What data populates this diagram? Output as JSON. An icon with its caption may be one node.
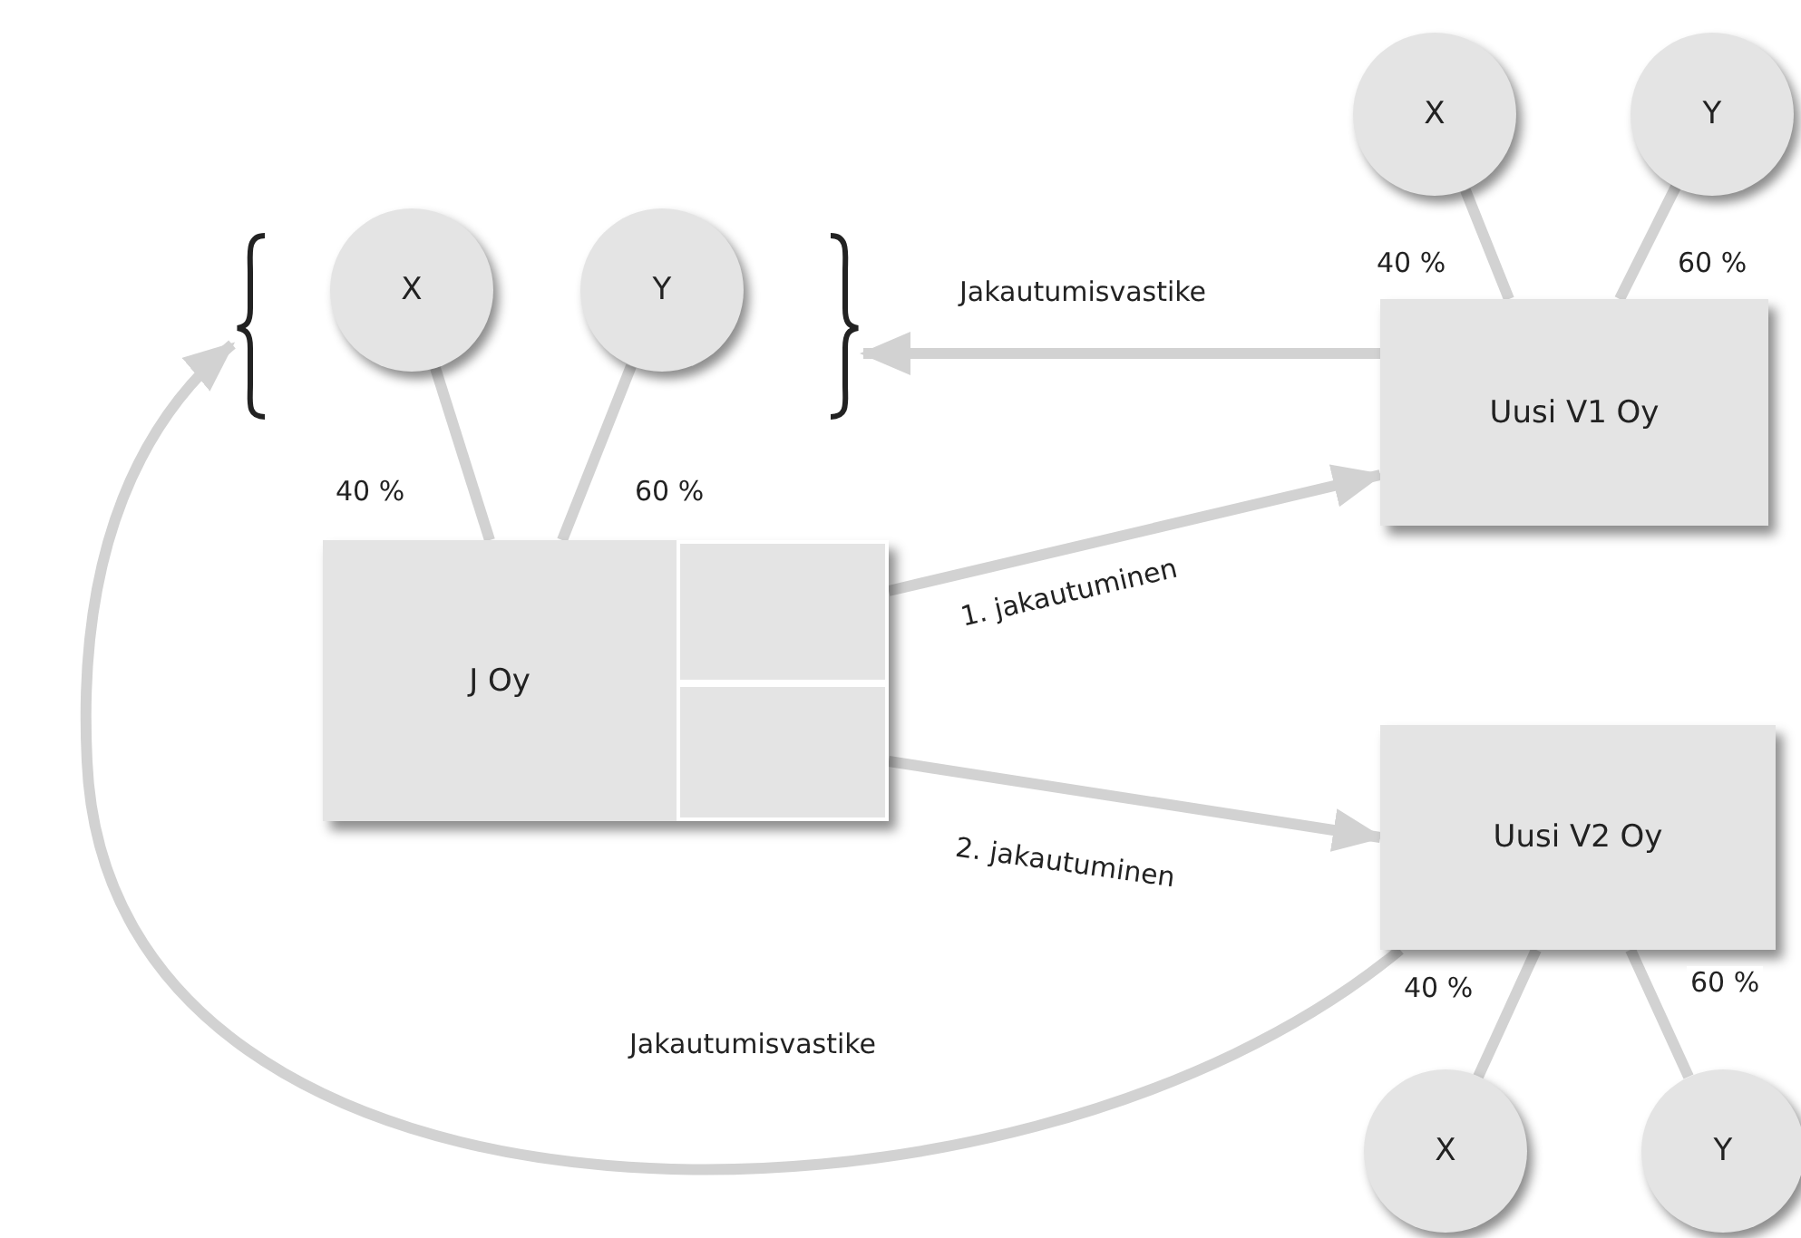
{
  "diagram": {
    "nodes": [
      {
        "text": [
          "X"
        ]
      },
      {
        "text": [
          "Y"
        ]
      },
      {
        "text": [
          "J Oy"
        ]
      },
      {
        "text": [],
        "shape": "box",
        "in": 2
      },
      {
        "text": [],
        "shape": "box",
        "in": 2
      },
      {
        "text": [
          "X"
        ]
      },
      {
        "text": [
          "Y"
        ]
      },
      {
        "text": [
          "Uusi V1 Oy"
        ]
      },
      {
        "text": [
          "Uusi V2 Oy"
        ]
      },
      {
        "text": [
          "X"
        ]
      },
      {
        "text": [
          "Y"
        ]
      },
      {
        "text": [],
        "shape": "bracket"
      },
      {
        "text": [],
        "shape": "bracket"
      }
    ],
    "edges": [
      {
        "from": 0,
        "to": 2,
        "arrow": "none",
        "label": "40 %"
      },
      {
        "from": 1,
        "to": 2,
        "arrow": "none",
        "label": "60 %"
      },
      {
        "from": 2,
        "to": 7,
        "arrow": "to",
        "label": "1. jakautuminen"
      },
      {
        "from": 2,
        "to": 8,
        "arrow": "to",
        "label": "2. jakautuminen"
      },
      {
        "from": 7,
        "to": 12,
        "arrow": "to",
        "label": "Jakautumisvastike"
      },
      {
        "from": 8,
        "to": 11,
        "arrow": "to",
        "label": "Jakautumisvastike"
      },
      {
        "from": 5,
        "to": 7,
        "arrow": "none",
        "label": "40 %"
      },
      {
        "from": 6,
        "to": 7,
        "arrow": "none",
        "label": "60 %"
      },
      {
        "from": 9,
        "to": 8,
        "arrow": "none",
        "label": "40 %"
      },
      {
        "from": 10,
        "to": 8,
        "arrow": "none",
        "label": "60 %"
      }
    ]
  }
}
